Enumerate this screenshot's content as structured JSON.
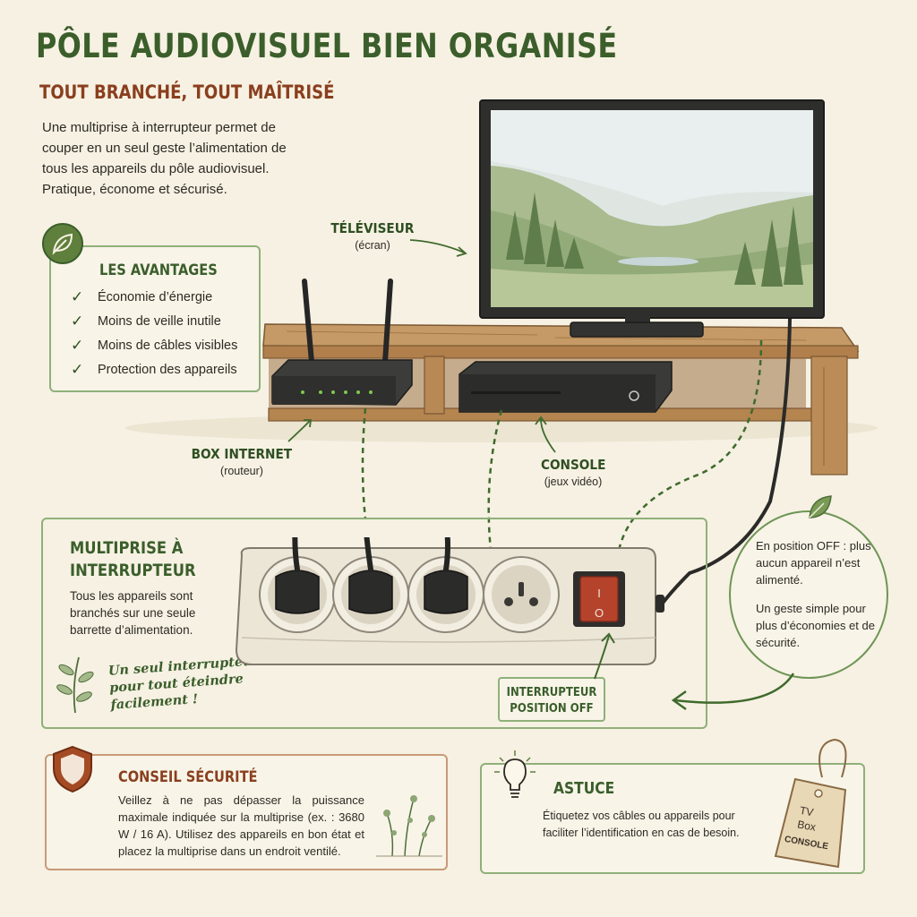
{
  "header": {
    "title": "PÔLE AUDIOVISUEL BIEN ORGANISÉ",
    "subtitle": "TOUT BRANCHÉ, TOUT MAÎTRISÉ",
    "intro": "Une multiprise à interrupteur permet de couper en un seul geste l’alimentation de tous les appareils du pôle audiovisuel. Pratique, économe et sécurisé."
  },
  "advantages": {
    "title": "LES AVANTAGES",
    "items": [
      "Économie d’énergie",
      "Moins de veille inutile",
      "Moins de câbles visibles",
      "Protection des appareils"
    ]
  },
  "devices": {
    "tv": {
      "name": "TÉLÉVISEUR",
      "sub": "(écran)"
    },
    "router": {
      "name": "BOX INTERNET",
      "sub": "(routeur)"
    },
    "console": {
      "name": "CONSOLE",
      "sub": "(jeux vidéo)"
    }
  },
  "power_strip": {
    "title_line1": "MULTIPRISE À",
    "title_line2": "INTERRUPTEUR",
    "description": "Tous les appareils sont branchés sur une seule barrette d’alimentation.",
    "note_line1": "Un seul interrupteur",
    "note_line2": "pour tout éteindre",
    "note_line3": "facilement !",
    "switch_label_line1": "INTERRUPTEUR",
    "switch_label_line2": "POSITION OFF",
    "switch_mark_on": "I",
    "switch_mark_off": "O"
  },
  "off_bubble": {
    "text1": "En position OFF : plus aucun appareil n’est alimenté.",
    "text2": "Un geste simple pour plus d’économies et de sécurité."
  },
  "safety": {
    "title": "CONSEIL SÉCURITÉ",
    "text": "Veillez à ne pas dépasser la puissance maximale indiquée sur la multiprise (ex. : 3680 W / 16 A). Utilisez des appareils en bon état et placez la multiprise dans un endroit ventilé."
  },
  "tip": {
    "title": "ASTUCE",
    "text": "Étiquetez vos câbles ou appareils pour faciliter l’identification en cas de besoin.",
    "tag_line1": "TV",
    "tag_line2": "Box",
    "tag_line3": "CONSOLE"
  },
  "colors": {
    "accent_green": "#3b5e2b",
    "accent_rust": "#8a3f1e",
    "panel_border": "#8fb079",
    "switch_red": "#b5432c",
    "wood": "#b98a55"
  },
  "icons": {
    "advantages": "leaf-icon",
    "safety": "shield-icon",
    "tip": "lightbulb-icon",
    "label": "tag-icon"
  }
}
